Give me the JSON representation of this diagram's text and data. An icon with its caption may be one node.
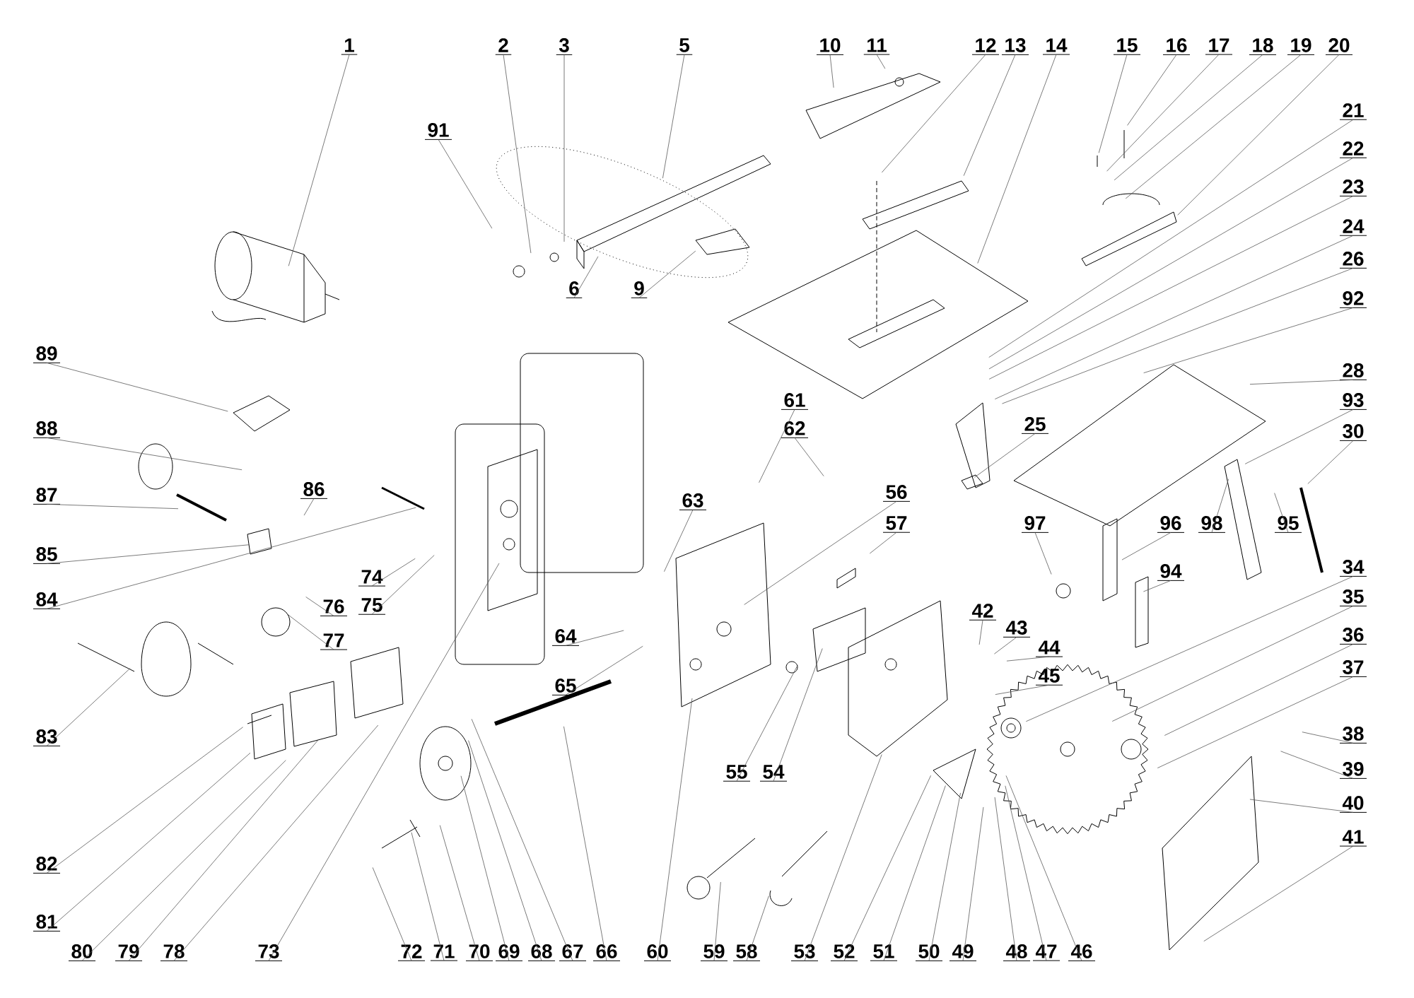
{
  "diagram": {
    "nodes": [
      {
        "text": [
          "1"
        ]
      },
      {
        "text": [
          "2"
        ]
      },
      {
        "text": [
          "3"
        ]
      },
      {
        "text": [
          "5"
        ]
      },
      {
        "text": [
          "10"
        ]
      },
      {
        "text": [
          "11"
        ]
      },
      {
        "text": [
          "12"
        ]
      },
      {
        "text": [
          "13"
        ]
      },
      {
        "text": [
          "14"
        ]
      },
      {
        "text": [
          "15"
        ]
      },
      {
        "text": [
          "16"
        ]
      },
      {
        "text": [
          "17"
        ]
      },
      {
        "text": [
          "18"
        ]
      },
      {
        "text": [
          "19"
        ]
      },
      {
        "text": [
          "20"
        ]
      },
      {
        "text": [
          "91"
        ]
      },
      {
        "text": [
          "6"
        ]
      },
      {
        "text": [
          "9"
        ]
      },
      {
        "text": [
          "21"
        ]
      },
      {
        "text": [
          "22"
        ]
      },
      {
        "text": [
          "23"
        ]
      },
      {
        "text": [
          "24"
        ]
      },
      {
        "text": [
          "26"
        ]
      },
      {
        "text": [
          "92"
        ]
      },
      {
        "text": [
          "89"
        ]
      },
      {
        "text": [
          "88"
        ]
      },
      {
        "text": [
          "28"
        ]
      },
      {
        "text": [
          "93"
        ]
      },
      {
        "text": [
          "30"
        ]
      },
      {
        "text": [
          "61"
        ]
      },
      {
        "text": [
          "62"
        ]
      },
      {
        "text": [
          "25"
        ]
      },
      {
        "text": [
          "87"
        ]
      },
      {
        "text": [
          "86"
        ]
      },
      {
        "text": [
          "63"
        ]
      },
      {
        "text": [
          "56"
        ]
      },
      {
        "text": [
          "57"
        ]
      },
      {
        "text": [
          "97"
        ]
      },
      {
        "text": [
          "96"
        ]
      },
      {
        "text": [
          "98"
        ]
      },
      {
        "text": [
          "95"
        ]
      },
      {
        "text": [
          "85"
        ]
      },
      {
        "text": [
          "94"
        ]
      },
      {
        "text": [
          "34"
        ]
      },
      {
        "text": [
          "74"
        ]
      },
      {
        "text": [
          "84"
        ]
      },
      {
        "text": [
          "75"
        ]
      },
      {
        "text": [
          "76"
        ]
      },
      {
        "text": [
          "35"
        ]
      },
      {
        "text": [
          "42"
        ]
      },
      {
        "text": [
          "43"
        ]
      },
      {
        "text": [
          "64"
        ]
      },
      {
        "text": [
          "36"
        ]
      },
      {
        "text": [
          "77"
        ]
      },
      {
        "text": [
          "44"
        ]
      },
      {
        "text": [
          "37"
        ]
      },
      {
        "text": [
          "45"
        ]
      },
      {
        "text": [
          "65"
        ]
      },
      {
        "text": [
          "38"
        ]
      },
      {
        "text": [
          "83"
        ]
      },
      {
        "text": [
          "39"
        ]
      },
      {
        "text": [
          "55"
        ]
      },
      {
        "text": [
          "54"
        ]
      },
      {
        "text": [
          "40"
        ]
      },
      {
        "text": [
          "41"
        ]
      },
      {
        "text": [
          "82"
        ]
      },
      {
        "text": [
          "81"
        ]
      },
      {
        "text": [
          "80"
        ]
      },
      {
        "text": [
          "79"
        ]
      },
      {
        "text": [
          "78"
        ]
      },
      {
        "text": [
          "73"
        ]
      },
      {
        "text": [
          "72"
        ]
      },
      {
        "text": [
          "71"
        ]
      },
      {
        "text": [
          "70"
        ]
      },
      {
        "text": [
          "69"
        ]
      },
      {
        "text": [
          "68"
        ]
      },
      {
        "text": [
          "67"
        ]
      },
      {
        "text": [
          "66"
        ]
      },
      {
        "text": [
          "60"
        ]
      },
      {
        "text": [
          "59"
        ]
      },
      {
        "text": [
          "58"
        ]
      },
      {
        "text": [
          "53"
        ]
      },
      {
        "text": [
          "52"
        ]
      },
      {
        "text": [
          "51"
        ]
      },
      {
        "text": [
          "50"
        ]
      },
      {
        "text": [
          "49"
        ]
      },
      {
        "text": [
          "48"
        ]
      },
      {
        "text": [
          "47"
        ]
      },
      {
        "text": [
          "46"
        ]
      }
    ],
    "edges": [
      {
        "from": 0,
        "to": null,
        "arrow": "none"
      },
      {
        "from": 1,
        "to": null,
        "arrow": "none"
      },
      {
        "from": 2,
        "to": null,
        "arrow": "none"
      },
      {
        "from": 3,
        "to": null,
        "arrow": "none"
      },
      {
        "from": 4,
        "to": null,
        "arrow": "none"
      },
      {
        "from": 5,
        "to": null,
        "arrow": "none"
      },
      {
        "from": 6,
        "to": null,
        "arrow": "none"
      },
      {
        "from": 7,
        "to": null,
        "arrow": "none"
      },
      {
        "from": 8,
        "to": null,
        "arrow": "none"
      },
      {
        "from": 9,
        "to": null,
        "arrow": "none"
      },
      {
        "from": 10,
        "to": null,
        "arrow": "none"
      },
      {
        "from": 11,
        "to": null,
        "arrow": "none"
      },
      {
        "from": 12,
        "to": null,
        "arrow": "none"
      },
      {
        "from": 13,
        "to": null,
        "arrow": "none"
      },
      {
        "from": 14,
        "to": null,
        "arrow": "none"
      },
      {
        "from": 15,
        "to": null,
        "arrow": "none"
      },
      {
        "from": 16,
        "to": null,
        "arrow": "none"
      },
      {
        "from": 17,
        "to": null,
        "arrow": "none"
      },
      {
        "from": 18,
        "to": null,
        "arrow": "none"
      },
      {
        "from": 19,
        "to": null,
        "arrow": "none"
      },
      {
        "from": 20,
        "to": null,
        "arrow": "none"
      },
      {
        "from": 21,
        "to": null,
        "arrow": "none"
      },
      {
        "from": 22,
        "to": null,
        "arrow": "none"
      },
      {
        "from": 23,
        "to": null,
        "arrow": "none"
      },
      {
        "from": 24,
        "to": null,
        "arrow": "none"
      },
      {
        "from": 25,
        "to": null,
        "arrow": "none"
      },
      {
        "from": 26,
        "to": null,
        "arrow": "none"
      },
      {
        "from": 27,
        "to": null,
        "arrow": "none"
      },
      {
        "from": 28,
        "to": null,
        "arrow": "none"
      },
      {
        "from": 29,
        "to": null,
        "arrow": "none"
      },
      {
        "from": 30,
        "to": null,
        "arrow": "none"
      },
      {
        "from": 31,
        "to": null,
        "arrow": "none"
      },
      {
        "from": 32,
        "to": null,
        "arrow": "none"
      },
      {
        "from": 33,
        "to": null,
        "arrow": "none"
      },
      {
        "from": 34,
        "to": null,
        "arrow": "none"
      },
      {
        "from": 35,
        "to": null,
        "arrow": "none"
      },
      {
        "from": 36,
        "to": null,
        "arrow": "none"
      },
      {
        "from": 37,
        "to": null,
        "arrow": "none"
      },
      {
        "from": 38,
        "to": null,
        "arrow": "none"
      },
      {
        "from": 39,
        "to": null,
        "arrow": "none"
      },
      {
        "from": 40,
        "to": null,
        "arrow": "none"
      },
      {
        "from": 41,
        "to": null,
        "arrow": "none"
      },
      {
        "from": 42,
        "to": null,
        "arrow": "none"
      },
      {
        "from": 43,
        "to": null,
        "arrow": "none"
      },
      {
        "from": 44,
        "to": null,
        "arrow": "none"
      },
      {
        "from": 45,
        "to": null,
        "arrow": "none"
      },
      {
        "from": 46,
        "to": null,
        "arrow": "none"
      },
      {
        "from": 47,
        "to": null,
        "arrow": "none"
      },
      {
        "from": 48,
        "to": null,
        "arrow": "none"
      },
      {
        "from": 49,
        "to": null,
        "arrow": "none"
      },
      {
        "from": 50,
        "to": null,
        "arrow": "none"
      },
      {
        "from": 51,
        "to": null,
        "arrow": "none"
      },
      {
        "from": 52,
        "to": null,
        "arrow": "none"
      },
      {
        "from": 53,
        "to": null,
        "arrow": "none"
      },
      {
        "from": 54,
        "to": null,
        "arrow": "none"
      },
      {
        "from": 55,
        "to": null,
        "arrow": "none"
      },
      {
        "from": 56,
        "to": null,
        "arrow": "none"
      },
      {
        "from": 57,
        "to": null,
        "arrow": "none"
      },
      {
        "from": 58,
        "to": null,
        "arrow": "none"
      },
      {
        "from": 59,
        "to": null,
        "arrow": "none"
      },
      {
        "from": 60,
        "to": null,
        "arrow": "none"
      },
      {
        "from": 61,
        "to": null,
        "arrow": "none"
      },
      {
        "from": 62,
        "to": null,
        "arrow": "none"
      },
      {
        "from": 63,
        "to": null,
        "arrow": "none"
      },
      {
        "from": 64,
        "to": null,
        "arrow": "none"
      },
      {
        "from": 65,
        "to": null,
        "arrow": "none"
      },
      {
        "from": 66,
        "to": null,
        "arrow": "none"
      },
      {
        "from": 67,
        "to": null,
        "arrow": "none"
      },
      {
        "from": 68,
        "to": null,
        "arrow": "none"
      },
      {
        "from": 69,
        "to": null,
        "arrow": "none"
      },
      {
        "from": 70,
        "to": null,
        "arrow": "none"
      },
      {
        "from": 71,
        "to": null,
        "arrow": "none"
      },
      {
        "from": 72,
        "to": null,
        "arrow": "none"
      },
      {
        "from": 73,
        "to": null,
        "arrow": "none"
      },
      {
        "from": 74,
        "to": null,
        "arrow": "none"
      },
      {
        "from": 75,
        "to": null,
        "arrow": "none"
      },
      {
        "from": 76,
        "to": null,
        "arrow": "none"
      },
      {
        "from": 77,
        "to": null,
        "arrow": "none"
      },
      {
        "from": 78,
        "to": null,
        "arrow": "none"
      },
      {
        "from": 79,
        "to": null,
        "arrow": "none"
      },
      {
        "from": 80,
        "to": null,
        "arrow": "none"
      },
      {
        "from": 81,
        "to": null,
        "arrow": "none"
      },
      {
        "from": 82,
        "to": null,
        "arrow": "none"
      },
      {
        "from": 83,
        "to": null,
        "arrow": "none"
      },
      {
        "from": 84,
        "to": null,
        "arrow": "none"
      },
      {
        "from": 85,
        "to": null,
        "arrow": "none"
      },
      {
        "from": 86,
        "to": null,
        "arrow": "none"
      },
      {
        "from": 87,
        "to": null,
        "arrow": "none"
      },
      {
        "from": 88,
        "to": null,
        "arrow": "none"
      }
    ]
  }
}
